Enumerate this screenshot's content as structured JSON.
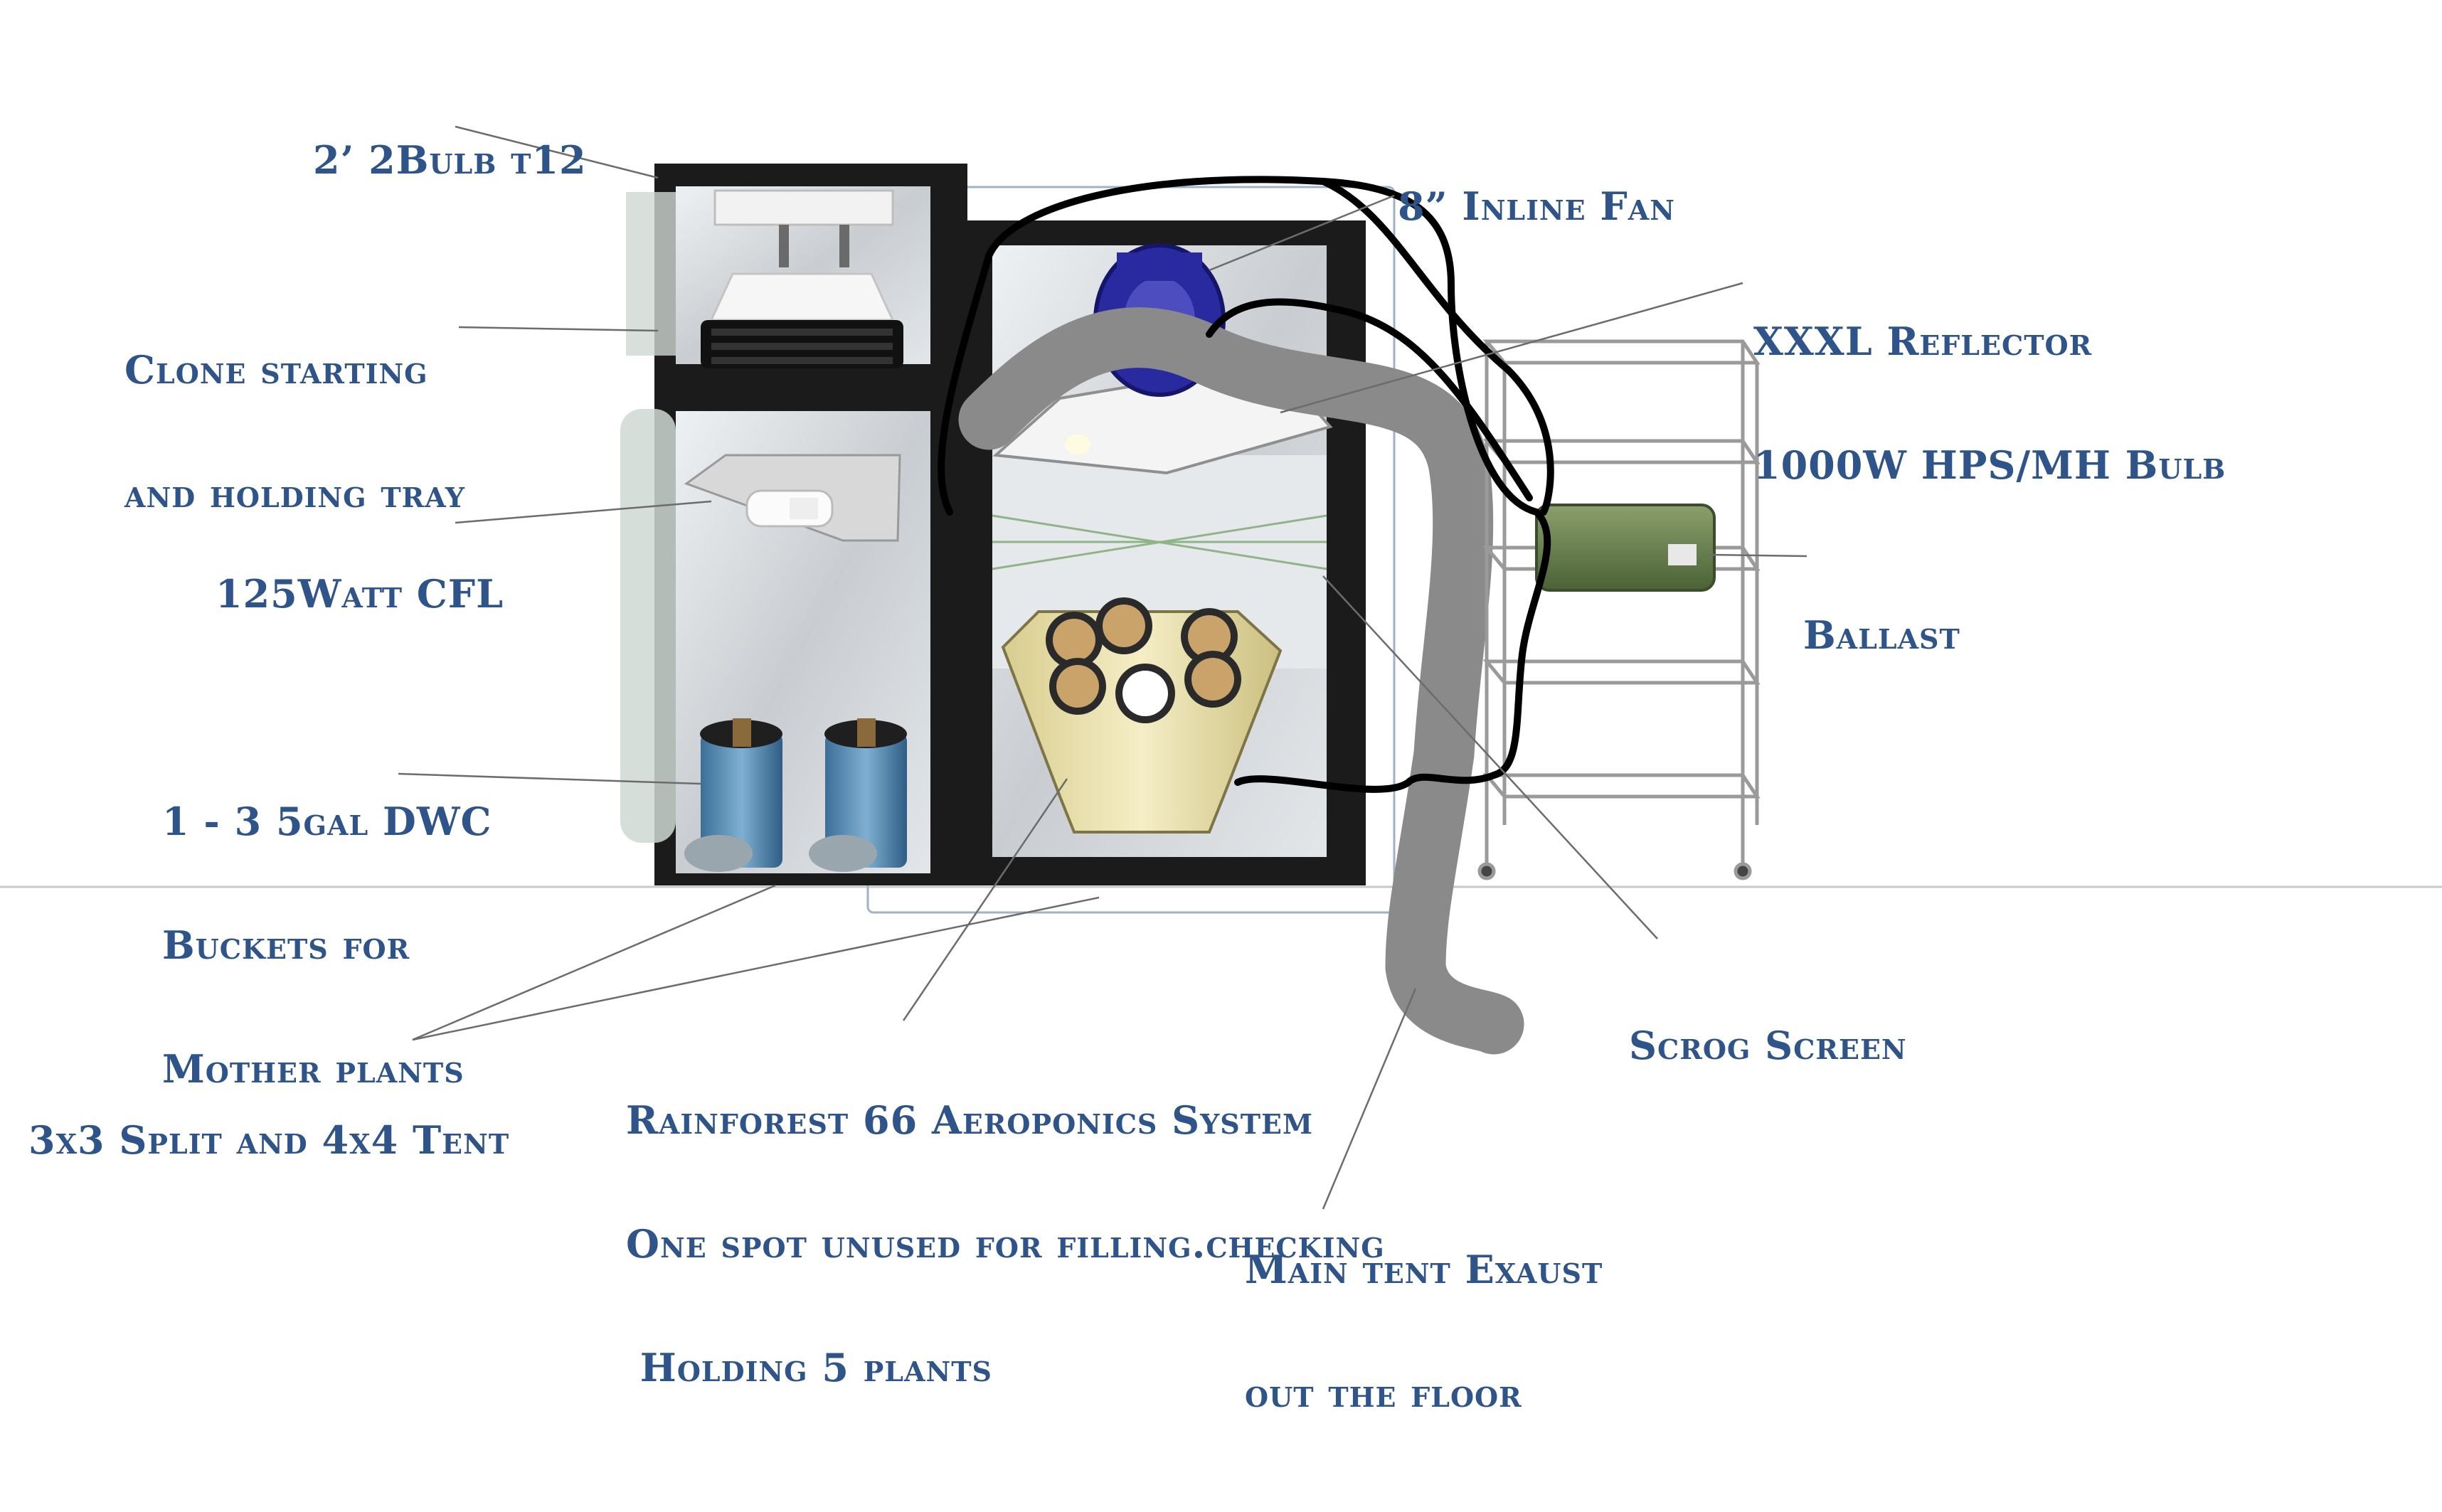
{
  "labels": {
    "t12": "2’ 2Bulb t12",
    "clone_line1": "Clone starting",
    "clone_line2": "and holding tray",
    "cfl": "125Watt CFL",
    "dwc_line1": "1 - 3 5gal DWC",
    "dwc_line2": "Buckets for",
    "dwc_line3": "Mother plants",
    "tent": "3x3 Split and 4x4 Tent",
    "rainforest_line1": "Rainforest 66 Aeroponics System",
    "rainforest_line2": "One spot unused for filling.checking",
    "rainforest_line3": " Holding 5 plants",
    "fan": "8” Inline Fan",
    "reflector_line1": "XXXL Reflector",
    "reflector_line2": "1000W HPS/MH Bulb",
    "ballast": "Ballast",
    "scrog": "Scrog Screen",
    "exhaust_line1": "Main tent Exaust",
    "exhaust_line2": "out the floor"
  },
  "colors": {
    "label_text": "#2e5489",
    "tent_frame": "#1b1b1b",
    "tent_lining": "#d6d9dc",
    "duct": "#8a8a8a",
    "cable": "#000000",
    "ballast": "#5f7a4a",
    "fan": "#2a2aa0",
    "rainforest": "#e8dfa8"
  },
  "icons": [
    "fluorescent-fixture-icon",
    "clone-tray-icon",
    "cfl-lamp-icon",
    "dwc-bucket-icon",
    "inline-fan-icon",
    "reflector-icon",
    "aeroponics-unit-icon",
    "wire-shelf-icon",
    "ballast-icon",
    "exhaust-duct-icon"
  ]
}
